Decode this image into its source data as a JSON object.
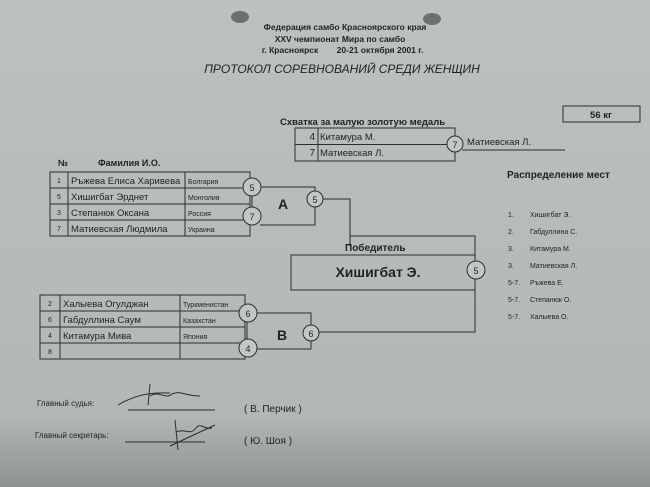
{
  "header": {
    "line1": "Федерация самбо Красноярского края",
    "line2": "XXV чемпионат Мира по самбо",
    "line3_city": "г. Красноярск",
    "line3_date": "20-21 октября 2001 г.",
    "title": "ПРОТОКОЛ СОРЕВНОВАНИЙ СРЕДИ ЖЕНЩИН"
  },
  "weight_class": "56 кг",
  "bronze_match": {
    "title": "Схватка за малую золотую медаль",
    "rows": [
      {
        "no": "4",
        "name": "Китамура М."
      },
      {
        "no": "7",
        "name": "Матиевская Л."
      }
    ],
    "winner_no": "7",
    "winner_name": "Матиевская Л."
  },
  "columns": {
    "no": "№",
    "name": "Фамилия И.О."
  },
  "group_a": {
    "label": "A",
    "rows": [
      {
        "no": "1",
        "name": "Ръжева Елиса Харивева",
        "country": "Болгария"
      },
      {
        "no": "5",
        "name": "Хишигбат Эрднет",
        "country": "Монголия"
      },
      {
        "no": "3",
        "name": "Степанюк Оксана",
        "country": "Россия"
      },
      {
        "no": "7",
        "name": "Матиевская Людмила",
        "country": "Украина"
      }
    ],
    "semi_winners": [
      "5",
      "7"
    ],
    "winner": "5"
  },
  "group_b": {
    "label": "B",
    "rows": [
      {
        "no": "2",
        "name": "Халыева Огулджан",
        "country": "Туркменистан"
      },
      {
        "no": "6",
        "name": "Габдуллина Саум",
        "country": "Казахстан"
      },
      {
        "no": "4",
        "name": "Китамура Мива",
        "country": "Япония"
      },
      {
        "no": "8",
        "name": "",
        "country": ""
      }
    ],
    "semi_winners": [
      "6",
      "4"
    ],
    "winner": "6"
  },
  "final": {
    "label": "Победитель",
    "winner_name": "Хишигбат Э.",
    "winner_no": "5"
  },
  "placings": {
    "title": "Распределение мест",
    "items": [
      {
        "place": "1.",
        "name": "Хишигбат Э."
      },
      {
        "place": "2.",
        "name": "Габдуллина С."
      },
      {
        "place": "3.",
        "name": "Китамура М."
      },
      {
        "place": "3.",
        "name": "Матиевская Л."
      },
      {
        "place": "5-7.",
        "name": "Ръжева Е."
      },
      {
        "place": "5-7.",
        "name": "Степанюк О."
      },
      {
        "place": "5-7.",
        "name": "Халыева О."
      }
    ]
  },
  "signatures": {
    "judge_label": "Главный судья:",
    "judge_name": "( В. Перчик )",
    "secretary_label": "Главный секретарь:",
    "secretary_name": "( Ю. Шоя )"
  }
}
